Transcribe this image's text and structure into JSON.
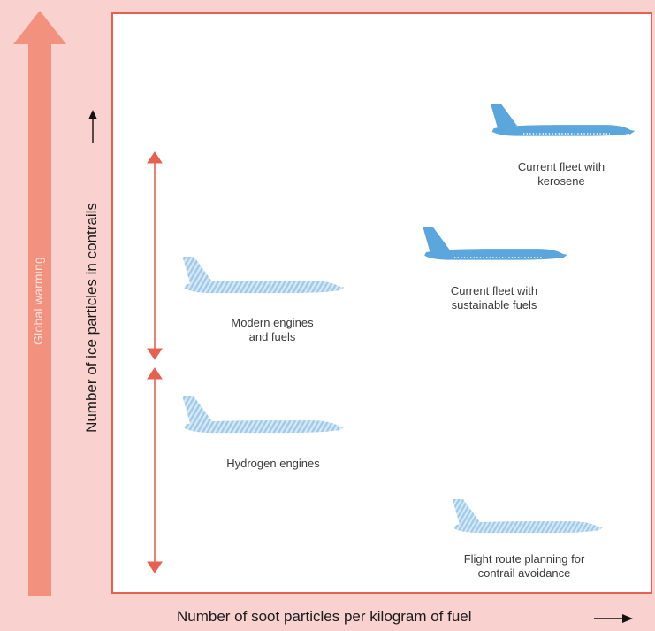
{
  "y_axis_label": "Number of ice particles in contrails",
  "x_axis_label": "Number of soot particles per kilogram of fuel",
  "side_arrow_label": "Global warming",
  "colors": {
    "background": "#f9d2cf",
    "frame": "#e8604e",
    "warming_arrow": "#f3917f",
    "range_arrow": "#e8604e",
    "plane_solid": "#5ba6dc",
    "plane_hatched": "#9fcaea"
  },
  "items": [
    {
      "label": "Current fleet with\nkerosene",
      "icon": "airplane-solid-icon"
    },
    {
      "label": "Current fleet with\nsustainable fuels",
      "icon": "airplane-solid-icon"
    },
    {
      "label": "Modern engines\nand fuels",
      "icon": "airplane-hatched-icon"
    },
    {
      "label": "Hydrogen engines",
      "icon": "airplane-hatched-icon"
    },
    {
      "label": "Flight route planning for\ncontrail avoidance",
      "icon": "airplane-hatched-icon"
    }
  ]
}
